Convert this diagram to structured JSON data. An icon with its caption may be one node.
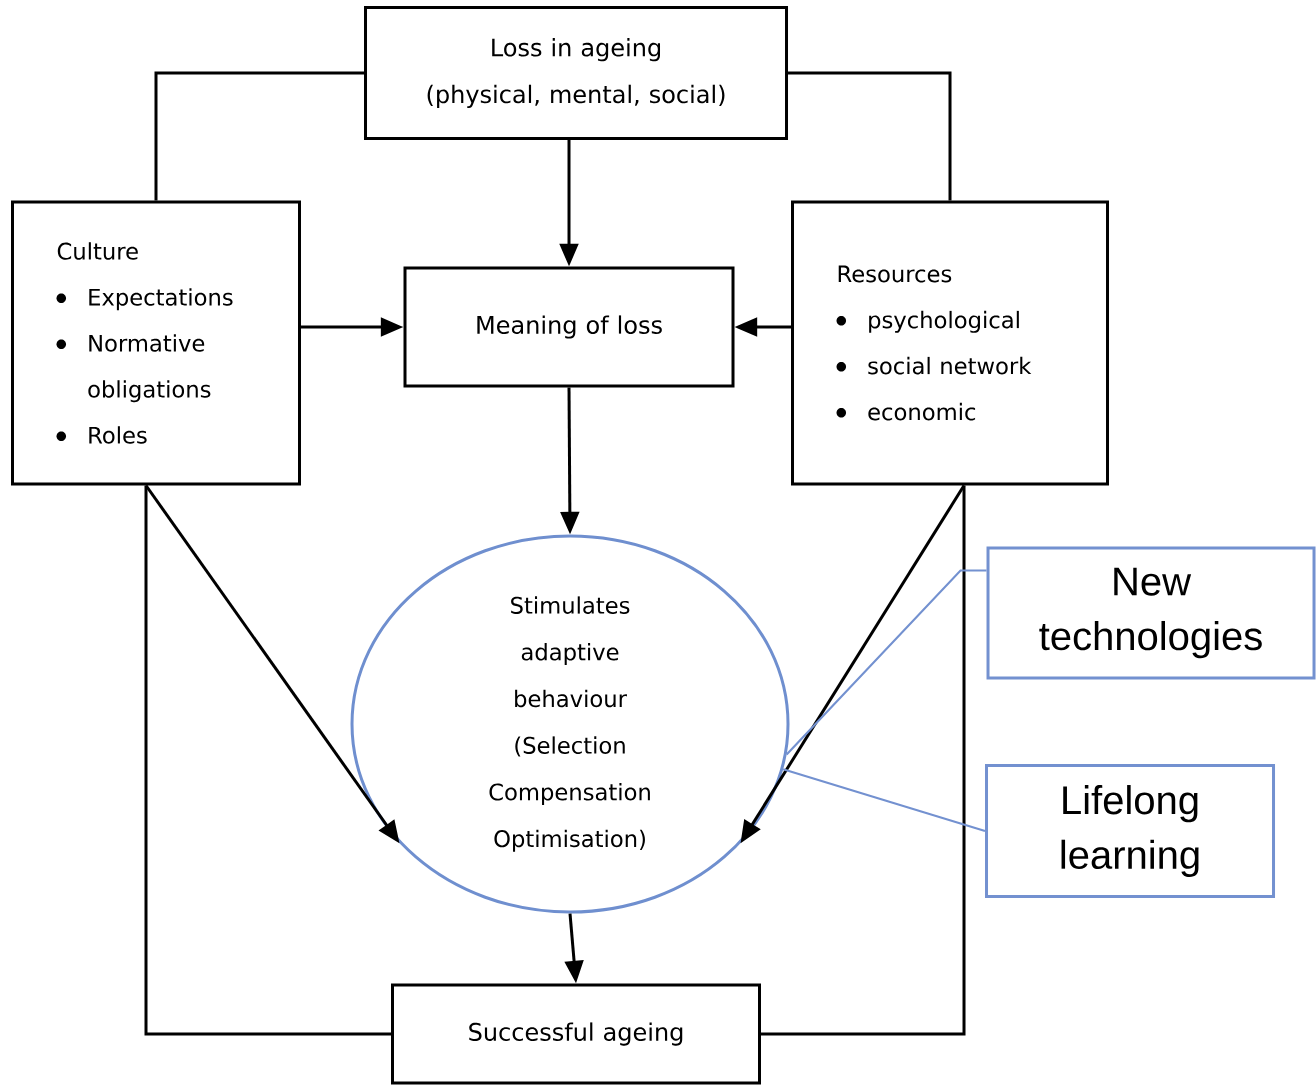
{
  "diagram": {
    "nodes": [
      {
        "text": [
          "Loss in ageing",
          "(physical, mental, social)"
        ]
      },
      {
        "text": [
          "Culture",
          "Expectations",
          "Normative obligations",
          "Roles"
        ]
      },
      {
        "text": [
          "Meaning of loss"
        ]
      },
      {
        "text": [
          "Resources",
          "psychological",
          "social network",
          "economic"
        ]
      },
      {
        "text": [
          "Stimulates adaptive behaviour (Selection Compensation Optimisation)"
        ]
      },
      {
        "text": [
          "New technologies"
        ]
      },
      {
        "text": [
          "Lifelong learning"
        ]
      },
      {
        "text": [
          "Successful ageing"
        ]
      }
    ],
    "edges": [
      {
        "from": 0,
        "to": 1,
        "arrow": "none"
      },
      {
        "from": 0,
        "to": 3,
        "arrow": "none"
      },
      {
        "from": 0,
        "to": 2,
        "arrow": "to"
      },
      {
        "from": 1,
        "to": 2,
        "arrow": "to"
      },
      {
        "from": 3,
        "to": 2,
        "arrow": "to"
      },
      {
        "from": 2,
        "to": 4,
        "arrow": "to"
      },
      {
        "from": 1,
        "to": 4,
        "arrow": "to"
      },
      {
        "from": 3,
        "to": 4,
        "arrow": "to"
      },
      {
        "from": 1,
        "to": 7,
        "arrow": "none"
      },
      {
        "from": 3,
        "to": 7,
        "arrow": "none"
      },
      {
        "from": 4,
        "to": 7,
        "arrow": "to"
      },
      {
        "from": 5,
        "to": 4,
        "arrow": "none",
        "color": "#7391d0"
      },
      {
        "from": 6,
        "to": 4,
        "arrow": "none",
        "color": "#7391d0"
      }
    ]
  }
}
